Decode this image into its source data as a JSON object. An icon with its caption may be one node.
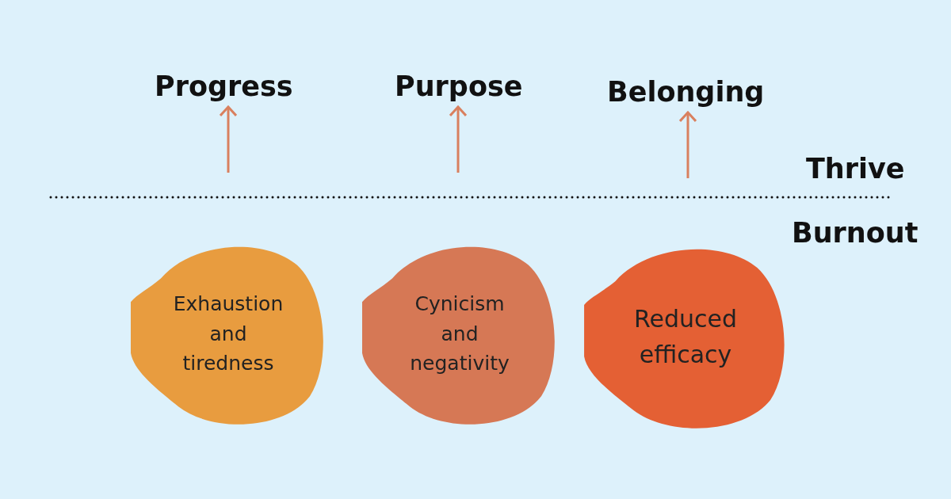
{
  "diagram": {
    "nodes": [
      {
        "text": [
          "Progress"
        ]
      },
      {
        "text": [
          "Purpose"
        ]
      },
      {
        "text": [
          "Belonging"
        ]
      },
      {
        "text": [
          "Exhaustion and tiredness"
        ]
      },
      {
        "text": [
          "Cynicism and negativity"
        ]
      },
      {
        "text": [
          "Reduced efficacy"
        ]
      }
    ],
    "edges": [
      {
        "from": null,
        "to": 0,
        "arrow": "to"
      },
      {
        "from": null,
        "to": 1,
        "arrow": "to"
      },
      {
        "from": null,
        "to": 2,
        "arrow": "to"
      }
    ],
    "labels": [
      "Thrive",
      "Burnout"
    ]
  }
}
